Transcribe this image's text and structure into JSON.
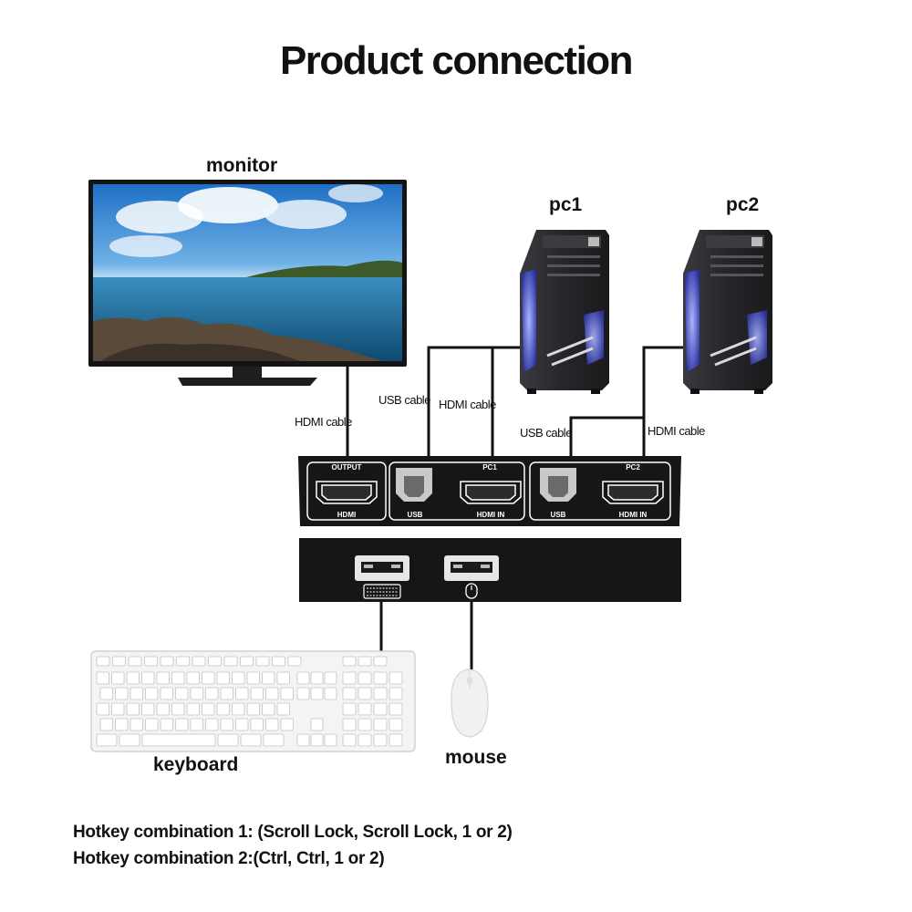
{
  "title": "Product connection",
  "devices": {
    "monitor": "monitor",
    "pc1": "pc1",
    "pc2": "pc2",
    "keyboard": "keyboard",
    "mouse": "mouse"
  },
  "cables": {
    "monitor_hdmi": "HDMI cable",
    "pc1_usb": "USB cable",
    "pc1_hdmi": "HDMI cable",
    "pc2_usb": "USB cable",
    "pc2_hdmi": "HDMI cable"
  },
  "switch_ports": {
    "output_header": "OUTPUT",
    "output_footer": "HDMI",
    "pc1_header": "PC1",
    "pc1_usb_footer": "USB",
    "pc1_hdmi_footer": "HDMI IN",
    "pc2_header": "PC2",
    "pc2_usb_footer": "USB",
    "pc2_hdmi_footer": "HDMI IN"
  },
  "hotkeys": [
    "Hotkey combination 1: (Scroll Lock, Scroll Lock, 1 or 2)",
    "Hotkey combination 2:(Ctrl, Ctrl, 1 or 2)"
  ],
  "colors": {
    "device_body": "#1a1a1a",
    "port_outline": "#ffffff",
    "cable": "#111111",
    "sky_top": "#1f6fc4",
    "sea": "#1d5f8a",
    "pc_glow": "#4a5bd8"
  }
}
